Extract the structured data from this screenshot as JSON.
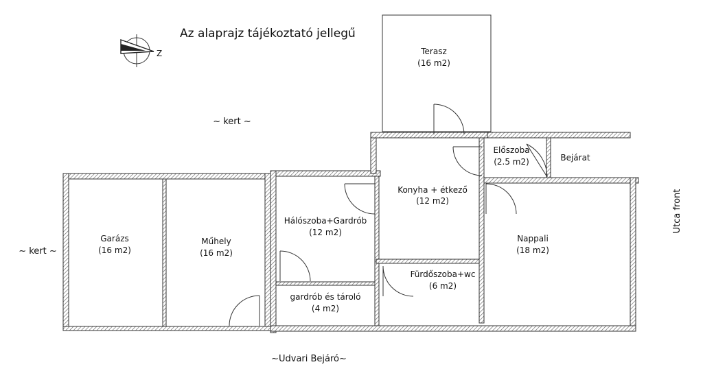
{
  "title": "Az alaprajz tájékoztató jellegű",
  "compass": {
    "letter": "Z"
  },
  "outside": {
    "garden_top": "~ kert ~",
    "garden_left": "~ kert ~",
    "yard_entrance": "~Udvari Bejáró~",
    "street_front": "Utca front",
    "entrance": "Bejárat"
  },
  "rooms": {
    "terasz": {
      "name": "Terasz",
      "area": "(16 m2)"
    },
    "eloszoba": {
      "name": "Előszoba",
      "area": "(2.5 m2)"
    },
    "konyha": {
      "name": "Konyha + étkező",
      "area": "(12 m2)"
    },
    "haloszoba": {
      "name": "Hálószoba+Gardrób",
      "area": "(12 m2)"
    },
    "garazs": {
      "name": "Garázs",
      "area": "(16 m2)"
    },
    "muhely": {
      "name": "Műhely",
      "area": "(16 m2)"
    },
    "nappali": {
      "name": "Nappali",
      "area": "(18 m2)"
    },
    "furdoszoba": {
      "name": "Fürdőszoba+wc",
      "area": "(6 m2)"
    },
    "gardrob": {
      "name": "gardrób és tároló",
      "area": "(4 m2)"
    }
  }
}
